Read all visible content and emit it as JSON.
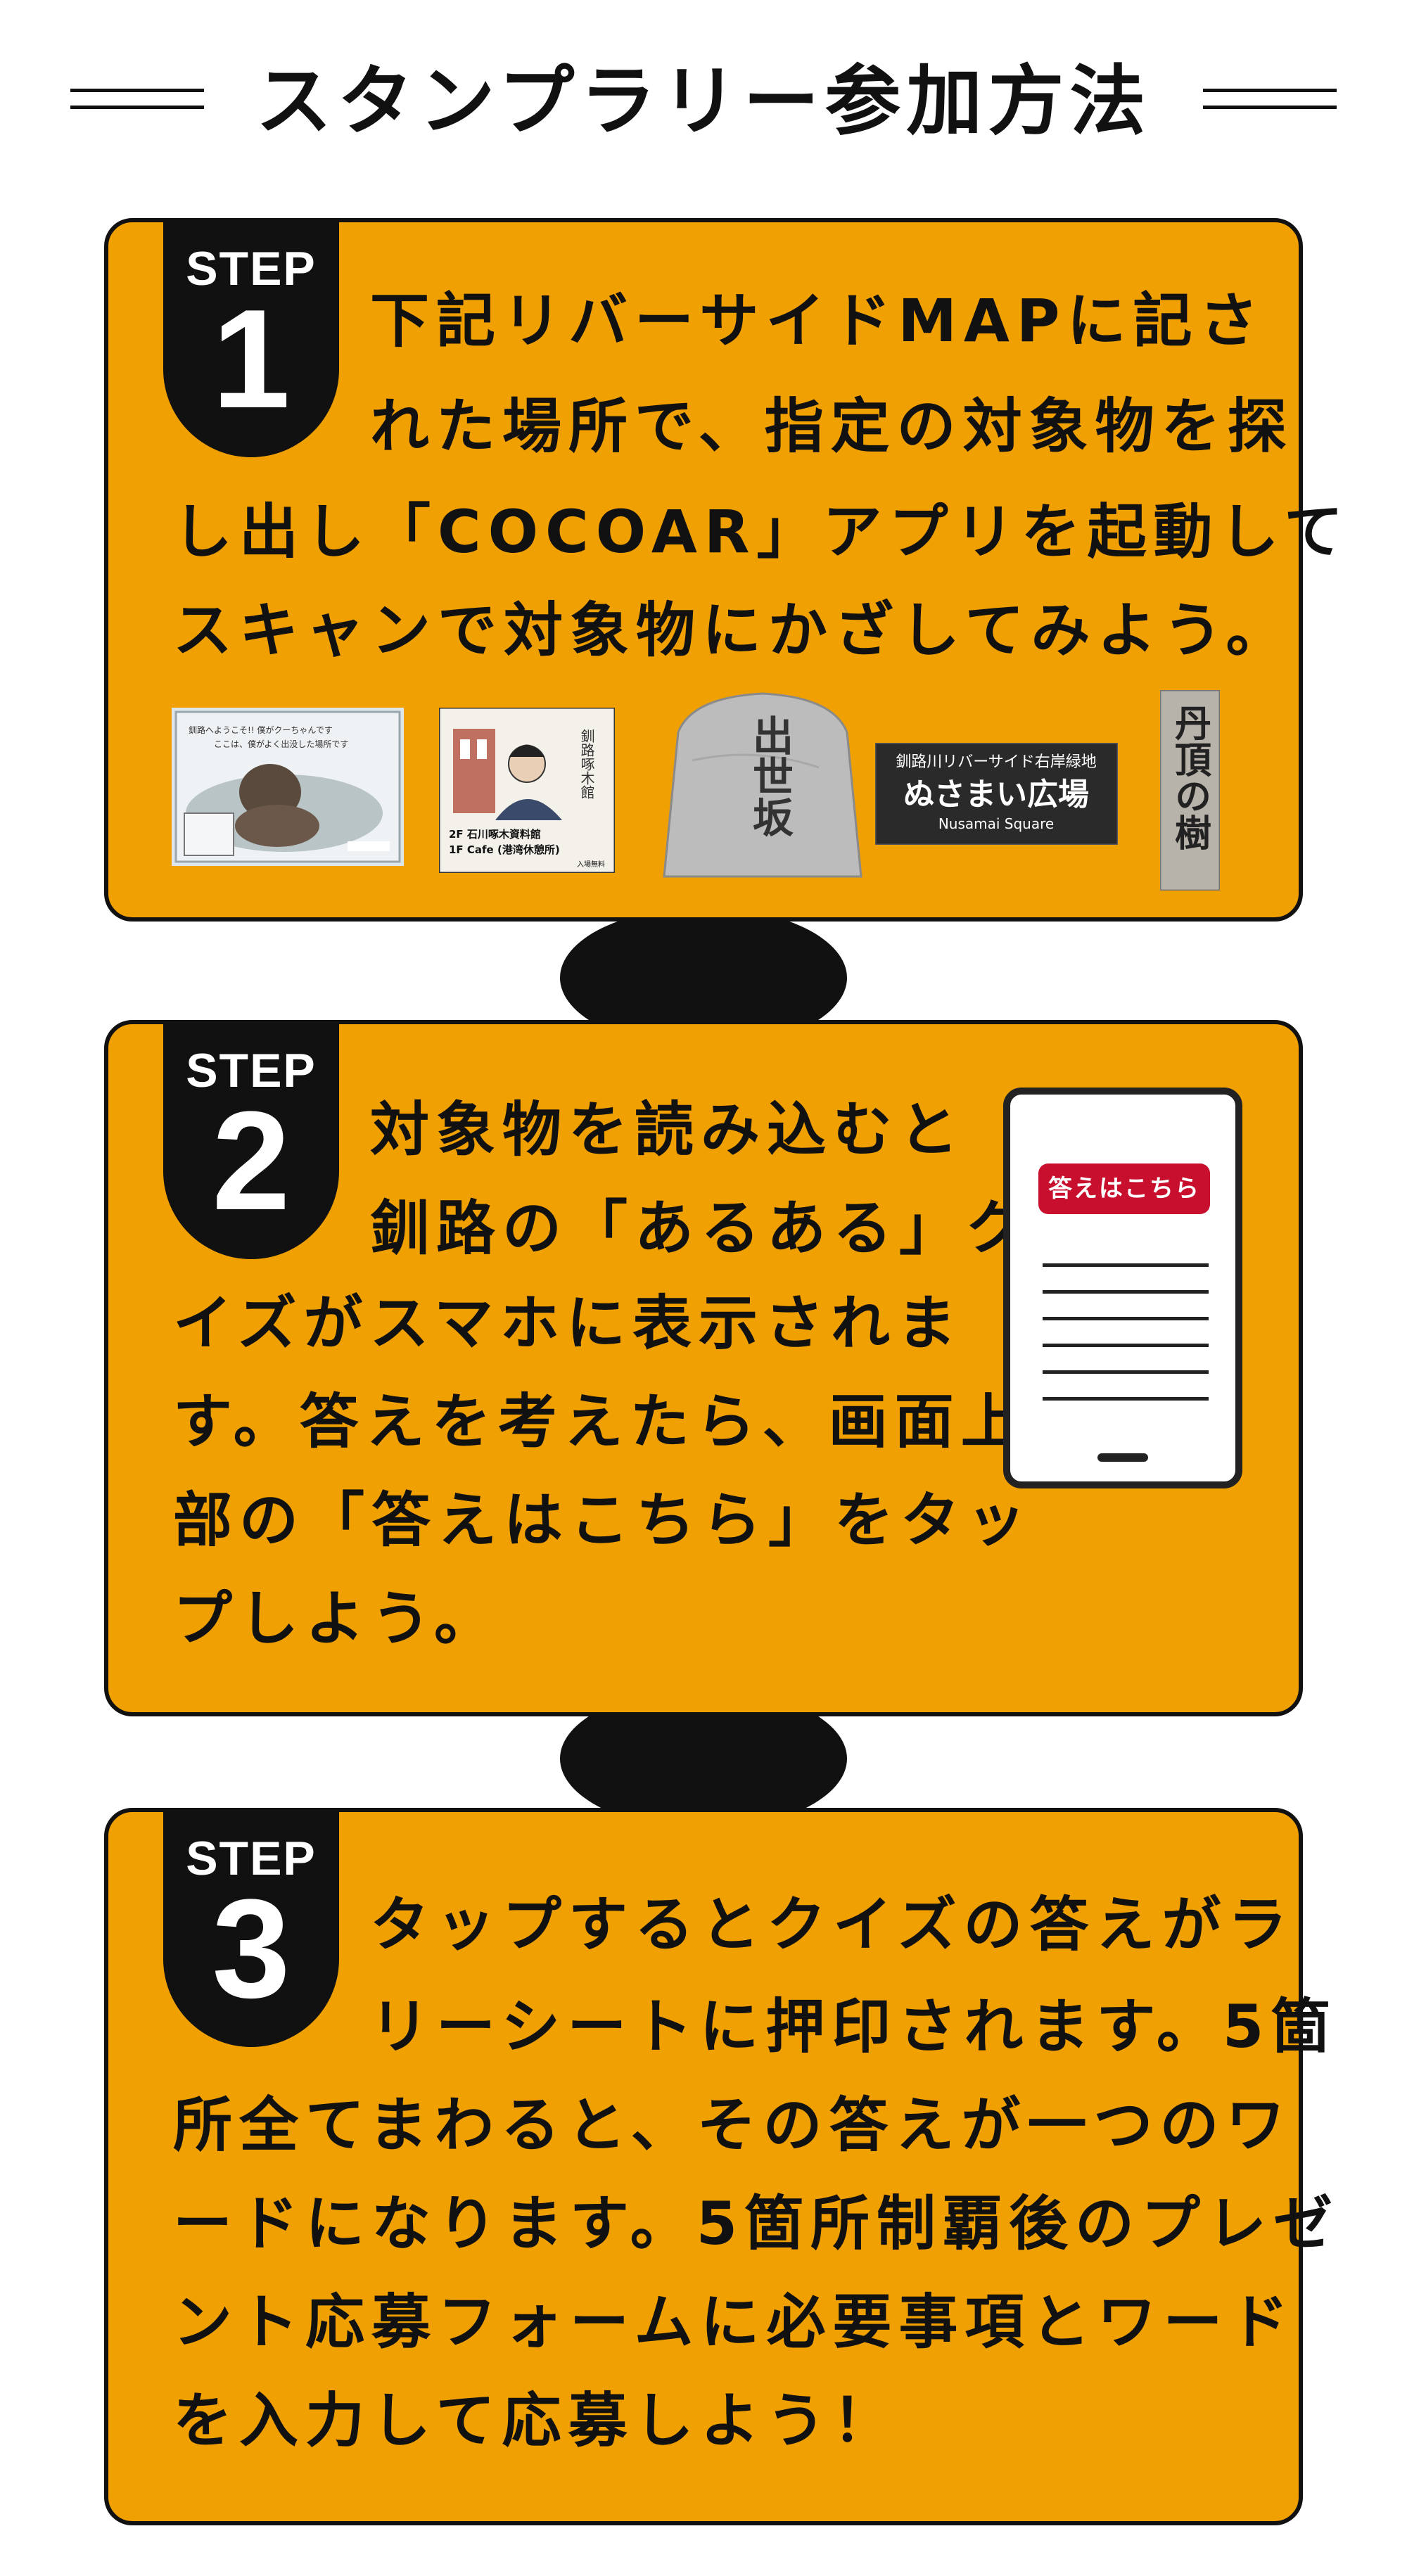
{
  "header": {
    "title": "スタンプラリー参加方法"
  },
  "steps": [
    {
      "label": "STEP",
      "number": "1",
      "lines": [
        "下記リバーサイドMAPに記さ",
        "れた場所で、指定の対象物を探",
        "し出し「COCOAR」アプリを起動して",
        "スキャンで対象物にかざしてみよう。"
      ],
      "targets": {
        "poster_line1": "釧路へようこそ!! 僕がクーちゃんです",
        "poster_line2": "ここは、僕がよく出没した場所です",
        "museum_name": "釧路啄木館",
        "museum_line1": "2F 石川啄木資料館",
        "museum_line2": "1F Cafe (港湾休憩所)",
        "museum_tag": "入場無料",
        "stone_text": "出世坂",
        "plaque_line1": "釧路川リバーサイド右岸緑地",
        "plaque_line2": "ぬさまい広場",
        "plaque_line3": "Nusamai Square",
        "post_text": "丹頂の樹"
      }
    },
    {
      "label": "STEP",
      "number": "2",
      "lines": [
        "対象物を読み込むと",
        "釧路の「あるある」ク",
        "イズがスマホに表示されま",
        "す。答えを考えたら、画面上",
        "部の「答えはこちら」をタッ",
        "プしよう。"
      ],
      "phone_button": "答えはこちら"
    },
    {
      "label": "STEP",
      "number": "3",
      "lines": [
        "タップするとクイズの答えがラ",
        "リーシートに押印されます。5箇",
        "所全てまわると、その答えが一つのワ",
        "ードになります。5箇所制覇後のプレゼ",
        "ント応募フォームに必要事項とワード",
        "を入力して応募しよう！"
      ]
    }
  ],
  "colors": {
    "card": "#f0a000",
    "ink": "#111111",
    "button": "#c8102e"
  }
}
